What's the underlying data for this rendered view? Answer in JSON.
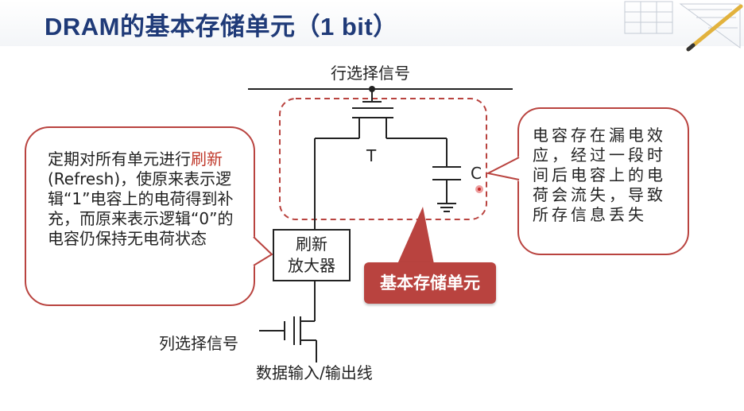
{
  "title": "DRAM的基本存储单元（1 bit）",
  "labels": {
    "row_select": "行选择信号",
    "transistor": "T",
    "capacitor": "C",
    "col_select": "列选择信号",
    "data_line": "数据输入/输出线",
    "amp_line1": "刷新",
    "amp_line2": "放大器",
    "cell_badge": "基本存储单元"
  },
  "left_bubble": {
    "part1": "定期对所有单元进行",
    "highlight1": "刷",
    "highlight2": "新",
    "part2": "(Refresh)，使原来表示逻辑“1”电容上的电荷得到补充，而原来表示逻辑“0”的电容仍保持无电荷状态"
  },
  "right_bubble": {
    "text": "电容存在漏电效应，经过一段时间后电容上的电荷会流失，导致所存信息丢失"
  },
  "colors": {
    "title": "#1f3a78",
    "accent": "#b9433f",
    "dashed_border": "#b9433f",
    "bubble_border": "#b9433f",
    "highlight_text": "#c0392b"
  }
}
